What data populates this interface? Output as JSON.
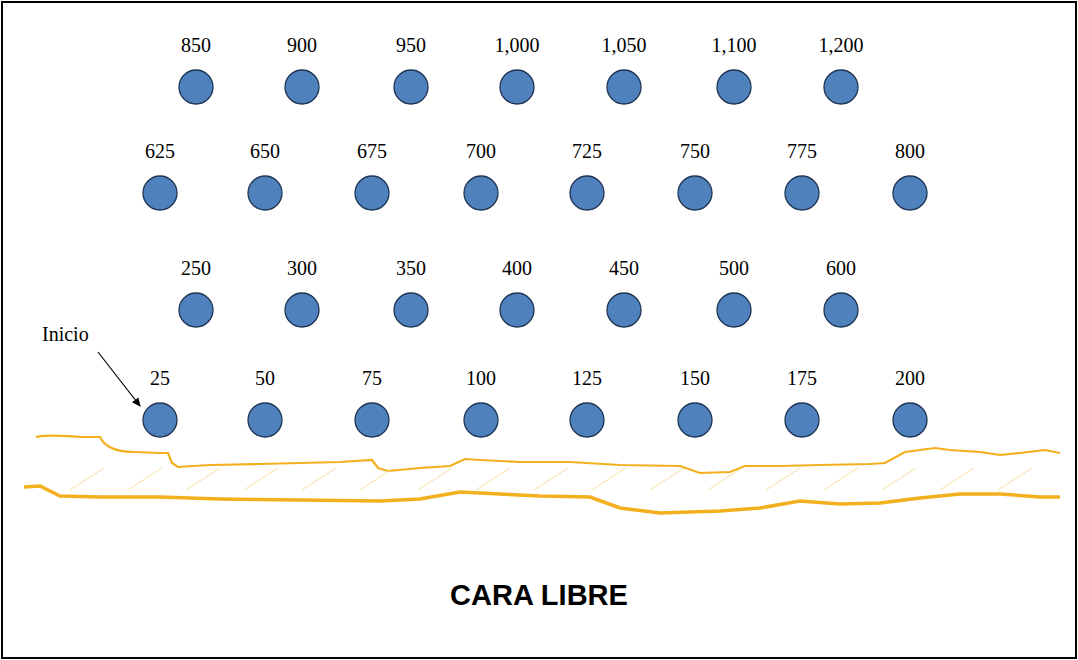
{
  "diagram": {
    "nodes": [
      {
        "text": [
          "850"
        ]
      },
      {
        "text": [
          "900"
        ]
      },
      {
        "text": [
          "950"
        ]
      },
      {
        "text": [
          "1,000"
        ]
      },
      {
        "text": [
          "1,050"
        ]
      },
      {
        "text": [
          "1,100"
        ]
      },
      {
        "text": [
          "1,200"
        ]
      },
      {
        "text": [
          "625"
        ]
      },
      {
        "text": [
          "650"
        ]
      },
      {
        "text": [
          "675"
        ]
      },
      {
        "text": [
          "700"
        ]
      },
      {
        "text": [
          "725"
        ]
      },
      {
        "text": [
          "750"
        ]
      },
      {
        "text": [
          "775"
        ]
      },
      {
        "text": [
          "800"
        ]
      },
      {
        "text": [
          "250"
        ]
      },
      {
        "text": [
          "300"
        ]
      },
      {
        "text": [
          "350"
        ]
      },
      {
        "text": [
          "400"
        ]
      },
      {
        "text": [
          "450"
        ]
      },
      {
        "text": [
          "500"
        ]
      },
      {
        "text": [
          "600"
        ]
      },
      {
        "text": [
          "25"
        ]
      },
      {
        "text": [
          "50"
        ]
      },
      {
        "text": [
          "75"
        ]
      },
      {
        "text": [
          "100"
        ]
      },
      {
        "text": [
          "125"
        ]
      },
      {
        "text": [
          "150"
        ]
      },
      {
        "text": [
          "175"
        ]
      },
      {
        "text": [
          "200"
        ]
      }
    ],
    "labels": [
      "Inicio",
      "CARA LIBRE"
    ]
  }
}
